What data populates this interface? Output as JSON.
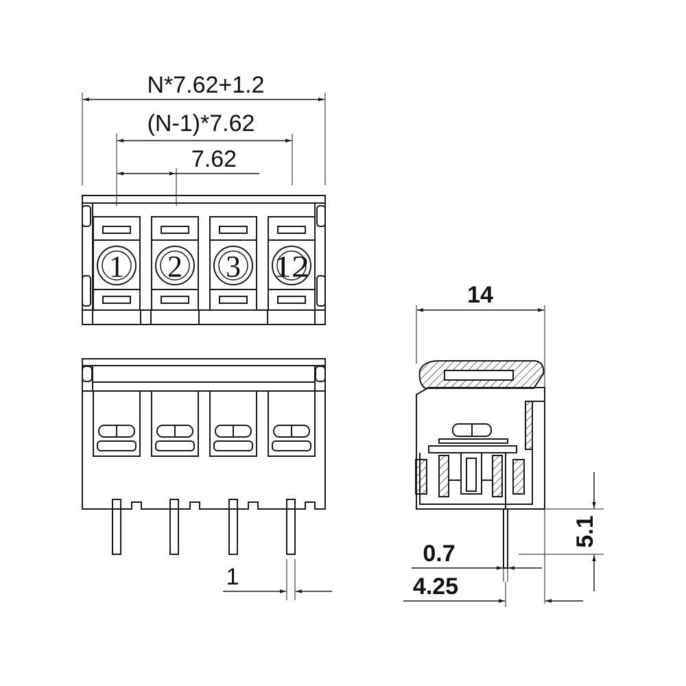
{
  "dimensions": {
    "overall_width": "N*7.62+1.2",
    "span": "(N-1)*7.62",
    "pitch": "7.62",
    "depth": "14",
    "pin_height": "5.1",
    "pin_thickness": "0.7",
    "pin_offset": "4.25",
    "pin_width": "1"
  },
  "terminals": {
    "labels": [
      "1",
      "2",
      "3",
      "12"
    ]
  },
  "colors": {
    "line": "#1a1a1a",
    "background": "#ffffff"
  }
}
